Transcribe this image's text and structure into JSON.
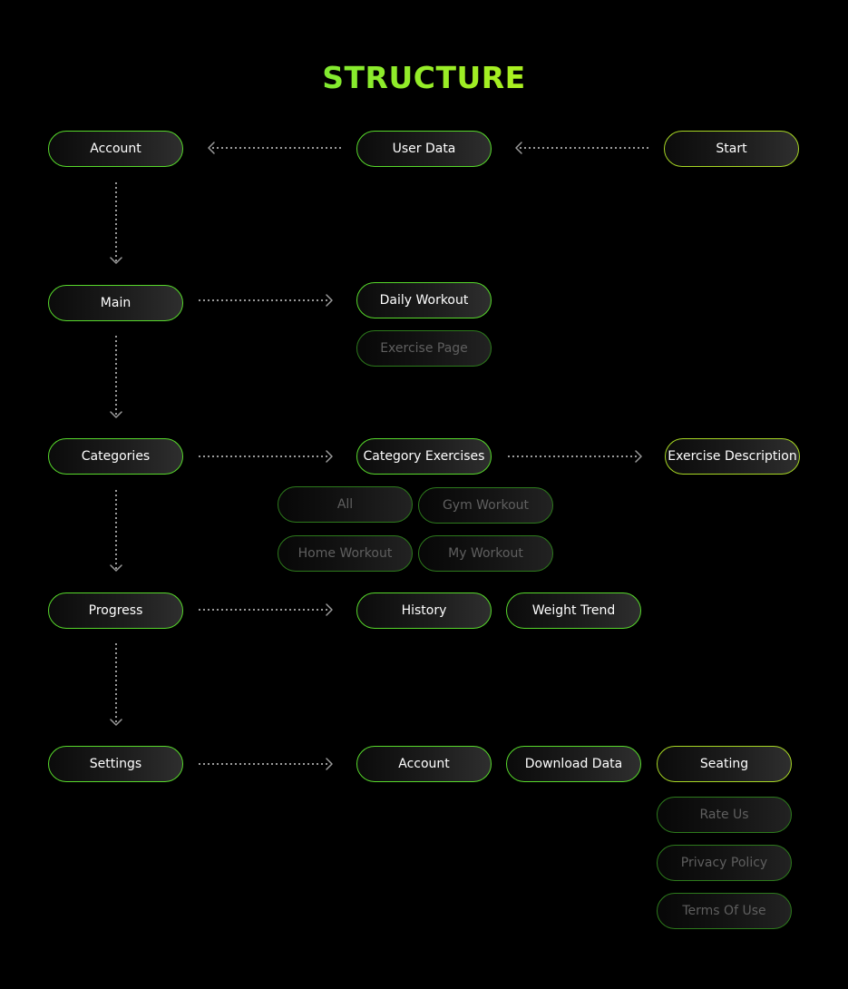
{
  "title": "STRUCTURE",
  "colors": {
    "background": "#000000",
    "node_border": "#57d92b",
    "node_border_alt": "#a6d624",
    "connector": "#9a9a9a",
    "title_gradient_start": "#3ee04a",
    "title_gradient_end": "#e3f21a"
  },
  "nodes": {
    "account": "Account",
    "user_data": "User Data",
    "start": "Start",
    "main": "Main",
    "daily_workout": "Daily Workout",
    "exercise_page": "Exercise Page",
    "categories": "Categories",
    "category_exercises": "Category Exercises",
    "exercise_description": "Exercise Description",
    "all": "All",
    "gym_workout": "Gym Workout",
    "home_workout": "Home Workout",
    "my_workout": "My Workout",
    "progress": "Progress",
    "history": "History",
    "weight_trend": "Weight Trend",
    "settings": "Settings",
    "settings_account": "Account",
    "download_data": "Download Data",
    "seating": "Seating",
    "rate_us": "Rate Us",
    "privacy_policy": "Privacy Policy",
    "terms_of_use": "Terms Of Use"
  }
}
